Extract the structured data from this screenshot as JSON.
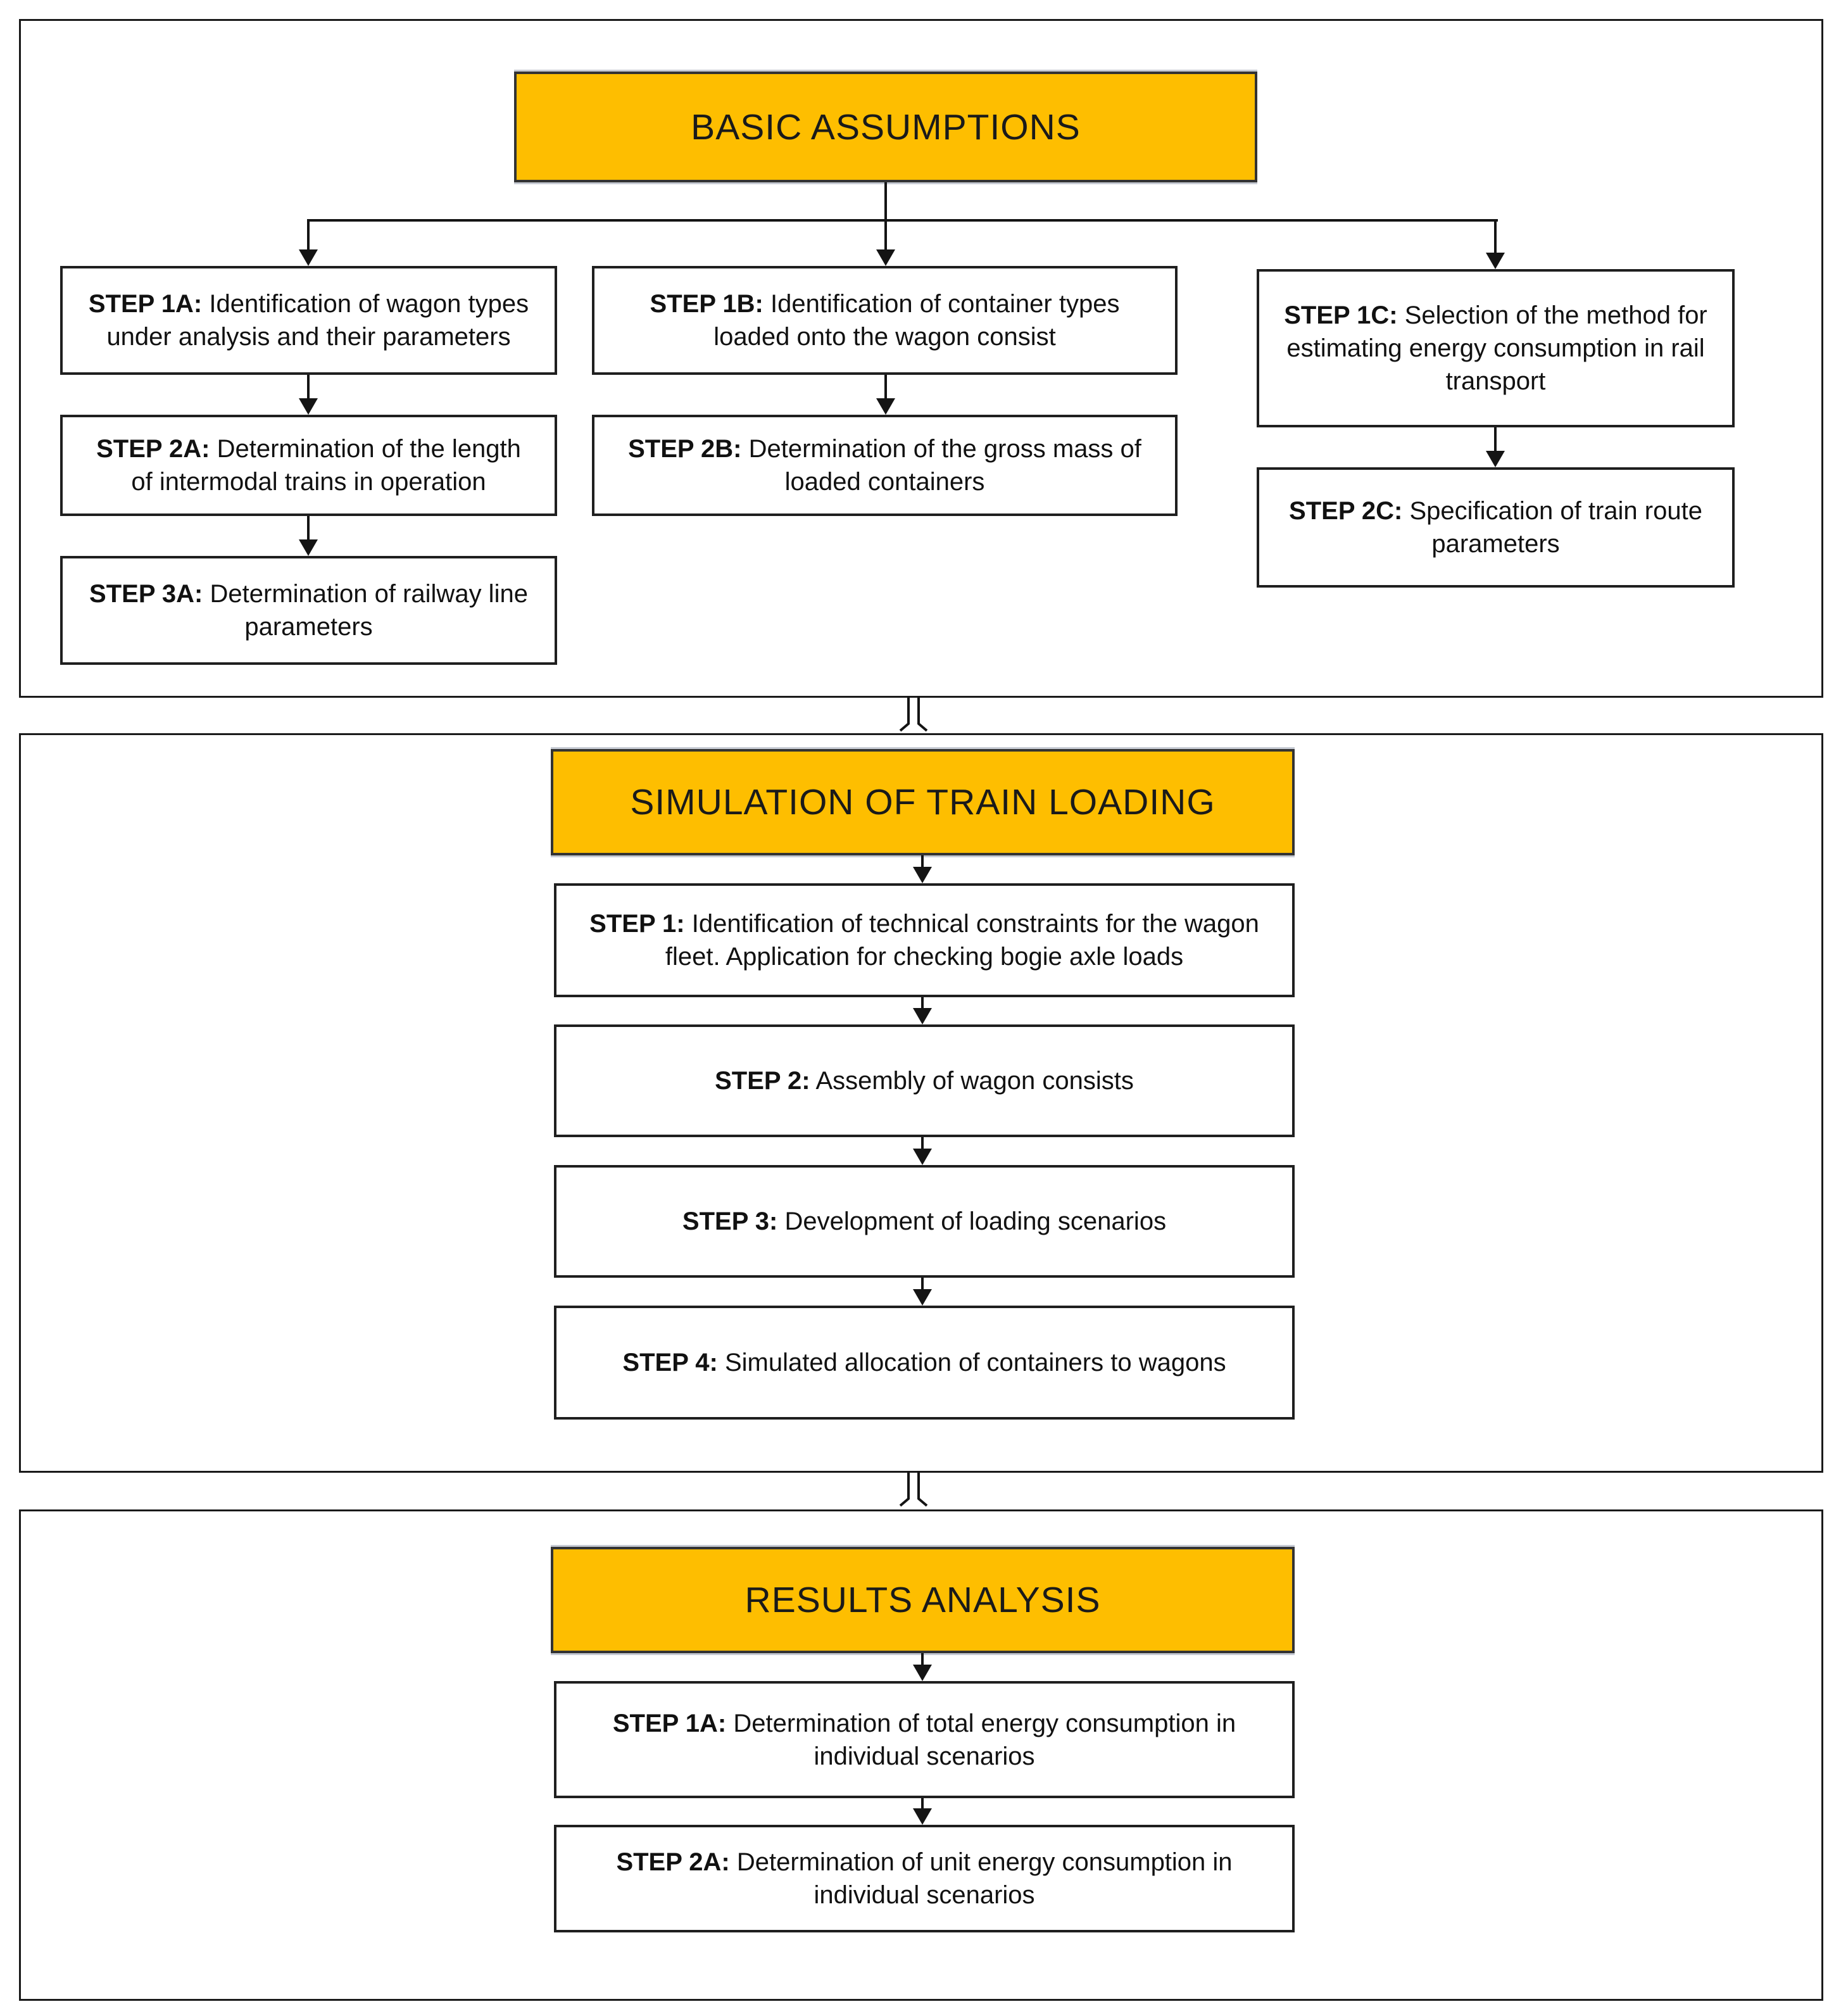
{
  "headers": {
    "basic": "BASIC ASSUMPTIONS",
    "simulation": "SIMULATION OF TRAIN LOADING",
    "results": "RESULTS ANALYSIS"
  },
  "basic_steps": {
    "a": [
      {
        "prefix": "STEP 1A:",
        "text": "Identification of wagon types under analysis and their parameters"
      },
      {
        "prefix": "STEP 2A:",
        "text": "Determination of the length of intermodal trains in operation"
      },
      {
        "prefix": "STEP 3A:",
        "text": "Determination of railway line parameters"
      }
    ],
    "b": [
      {
        "prefix": "STEP 1B:",
        "text": "Identification of container types loaded onto the wagon consist"
      },
      {
        "prefix": "STEP 2B:",
        "text": "Determination of the gross mass of loaded containers"
      }
    ],
    "c": [
      {
        "prefix": "STEP 1C:",
        "text": "Selection of the method for estimating energy consumption in rail transport"
      },
      {
        "prefix": "STEP 2C:",
        "text": "Specification of train route parameters"
      }
    ]
  },
  "simulation_steps": [
    {
      "prefix": "STEP 1:",
      "text": "Identification of technical constraints for the wagon fleet. Application for checking bogie axle loads"
    },
    {
      "prefix": "STEP 2:",
      "text": "Assembly of wagon consists"
    },
    {
      "prefix": "STEP 3:",
      "text": "Development of loading scenarios"
    },
    {
      "prefix": "STEP 4:",
      "text": "Simulated allocation of containers to wagons"
    }
  ],
  "results_steps": [
    {
      "prefix": "STEP 1A:",
      "text": "Determination of total energy consumption in individual scenarios"
    },
    {
      "prefix": "STEP 2A:",
      "text": "Determination of unit energy consumption in individual scenarios"
    }
  ],
  "colors": {
    "header_fill": "#FEBE00",
    "header_border": "#333333",
    "box_border": "#1F1F1F",
    "section_border": "#1A1A1A",
    "connector": "#141414",
    "background": "#FFFFFF",
    "text": "#111111"
  }
}
